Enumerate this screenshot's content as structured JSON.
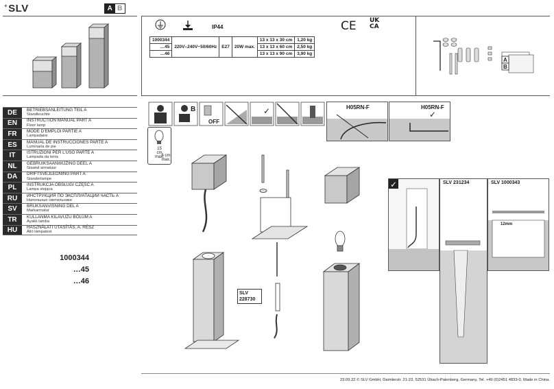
{
  "brand": {
    "name": "SLV",
    "badge_a": "A",
    "badge_b": "B"
  },
  "languages": [
    {
      "code": "DE",
      "title": "BETRIEBSANLEITUNG TEIL A",
      "subtitle": "Standleuchte"
    },
    {
      "code": "EN",
      "title": "INSTRUCTION MANUAL PART A",
      "subtitle": "Floor lamp"
    },
    {
      "code": "FR",
      "title": "MODE D’EMPLOI PARTIE A",
      "subtitle": "Lampadaire"
    },
    {
      "code": "ES",
      "title": "MANUAL DE INSTRUCCIONES PARTE A",
      "subtitle": "Luminaria de pie"
    },
    {
      "code": "IT",
      "title": "ISTRUZIONI PER L’USO PARTE A",
      "subtitle": "Lampada da terra"
    },
    {
      "code": "NL",
      "title": "GEBRUIKSAANWIJZING DEEL A",
      "subtitle": "Staand armatuur"
    },
    {
      "code": "DA",
      "title": "DRIFTSVEJLEDNING PART A",
      "subtitle": "Standerlampe"
    },
    {
      "code": "PL",
      "title": "INSTRUKCJA OBSŁUGI CZĘŚĆ A",
      "subtitle": "Lampa stojąca"
    },
    {
      "code": "RU",
      "title": "ИНСТРУКЦИЯ ПО ЭКСПЛУАТАЦИИ ЧАСТЬ A",
      "subtitle": "Напольные светильники"
    },
    {
      "code": "SV",
      "title": "BRUKSANVISNING DEL A",
      "subtitle": "Markarmatur"
    },
    {
      "code": "TR",
      "title": "KULLANMA KILAVUZU BÖLÜM A",
      "subtitle": "Ayaklı lamba"
    },
    {
      "code": "HU",
      "title": "HASZNÁLATI UTASÍTÁS, A. RÉSZ",
      "subtitle": "Álló lámpatest"
    }
  ],
  "variants": [
    "1000344",
    "…45",
    "…46"
  ],
  "spec": {
    "ip": "IP44",
    "models": [
      "1000344",
      "…45",
      "…46"
    ],
    "voltage": "220V–240V~50/60Hz",
    "socket": "E27",
    "power": "20W max.",
    "sizes": [
      "13 x 13 x 30 cm",
      "13 x 13 x 60 cm",
      "13 x 13 x 90 cm"
    ],
    "weights": [
      "1,20 kg",
      "2,50 kg",
      "3,90 kg"
    ]
  },
  "marks": {
    "ce": "CE",
    "ukca_top": "UK",
    "ukca_bottom": "CA"
  },
  "icons": {
    "off_label": "OFF",
    "cable_1": "H05RN-F",
    "cable_2": "H05RN-F",
    "dim_top": "15",
    "dim_top_unit": "cm",
    "dim_top_max": "max.",
    "dim_bottom": "6 cm",
    "dim_bottom_max": "max."
  },
  "accessories": {
    "code_label": "SLV",
    "code_value": "228730",
    "acc1": "SLV 231234",
    "acc2": "SLV 1000343",
    "depth": "12mm"
  },
  "footer": "23.09.22  © SLV GmbH, Daimlerstr. 21-23, 52531 Übach-Palenberg, Germany, Tel. +49 (0)2451 4833-0. Made in China."
}
